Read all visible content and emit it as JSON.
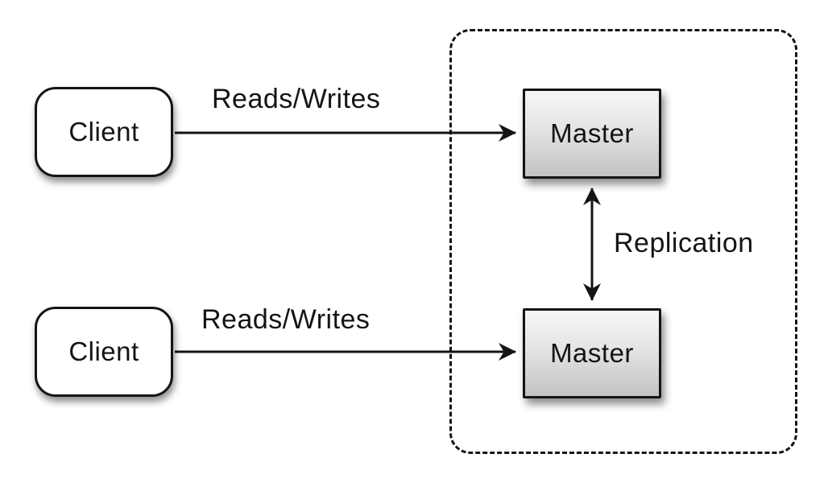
{
  "diagram": {
    "type": "architecture-diagram",
    "description": "Master-master replication topology: two clients each read/write to one of two masters, which replicate to each other inside a dashed group boundary.",
    "nodes": {
      "client1": {
        "label": "Client",
        "shape": "rounded-rectangle",
        "fill": "#ffffff"
      },
      "client2": {
        "label": "Client",
        "shape": "rounded-rectangle",
        "fill": "#ffffff"
      },
      "master1": {
        "label": "Master",
        "shape": "rectangle",
        "fill_gradient_top": "#f6f6f6",
        "fill_gradient_bottom": "#c2c2c2"
      },
      "master2": {
        "label": "Master",
        "shape": "rectangle",
        "fill_gradient_top": "#f6f6f6",
        "fill_gradient_bottom": "#c2c2c2"
      }
    },
    "edges": {
      "reads_writes_top": {
        "label": "Reads/Writes",
        "from": "client1",
        "to": "master1",
        "direction": "one-way"
      },
      "reads_writes_bottom": {
        "label": "Reads/Writes",
        "from": "client2",
        "to": "master2",
        "direction": "one-way"
      },
      "replication": {
        "label": "Replication",
        "from": "master1",
        "to": "master2",
        "direction": "two-way"
      }
    },
    "group": {
      "style": "dashed-rounded-rectangle",
      "contains": [
        "master1",
        "master2"
      ]
    },
    "colors": {
      "stroke": "#141414",
      "background": "#ffffff",
      "text": "#141414"
    }
  }
}
